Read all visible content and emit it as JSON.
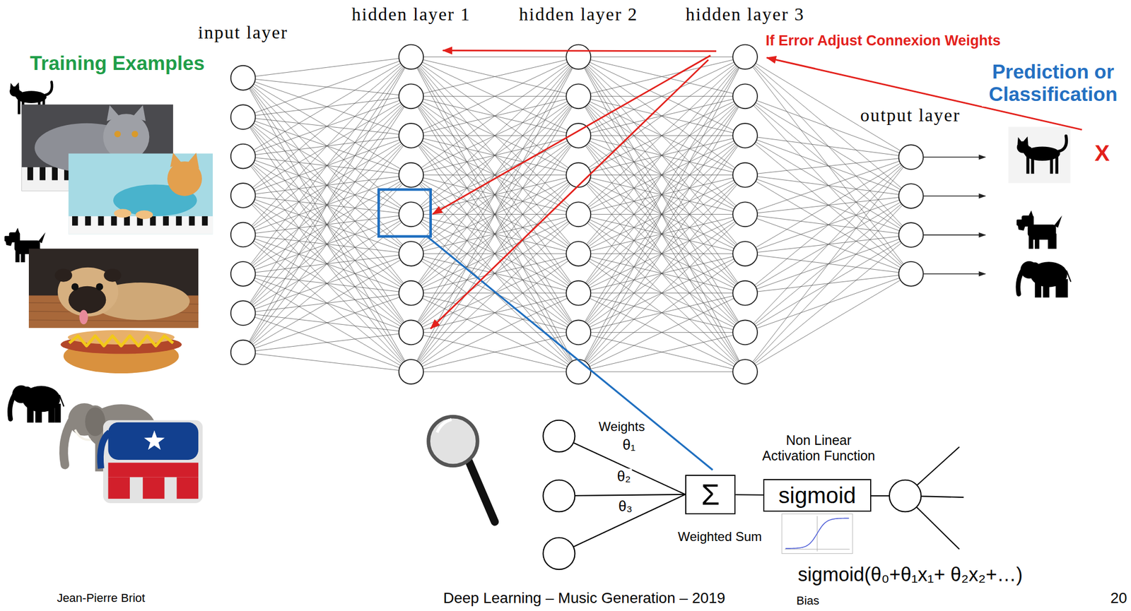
{
  "diagram": {
    "nodes": [
      {
        "text": [
          "Σ"
        ]
      },
      {
        "text": [
          "sigmoid"
        ]
      }
    ],
    "edges": [
      {
        "from": 0,
        "to": 1,
        "arrow": "none"
      }
    ],
    "labels": [
      "Training Examples",
      "input layer",
      "hidden layer 1",
      "hidden layer 2",
      "hidden layer 3",
      "If Error Adjust Connexion Weights",
      "Prediction or Classification",
      "output layer",
      "X",
      "Weights",
      "θ₁",
      "θ₂",
      "θ₃",
      "Non Linear Activation Function",
      "Weighted Sum",
      "sigmoid(θ₀+θ₁x₁+ θ₂x₂+…)",
      "Bias",
      "Jean-Pierre Briot",
      "Deep Learning – Music Generation – 2019",
      "20"
    ]
  }
}
